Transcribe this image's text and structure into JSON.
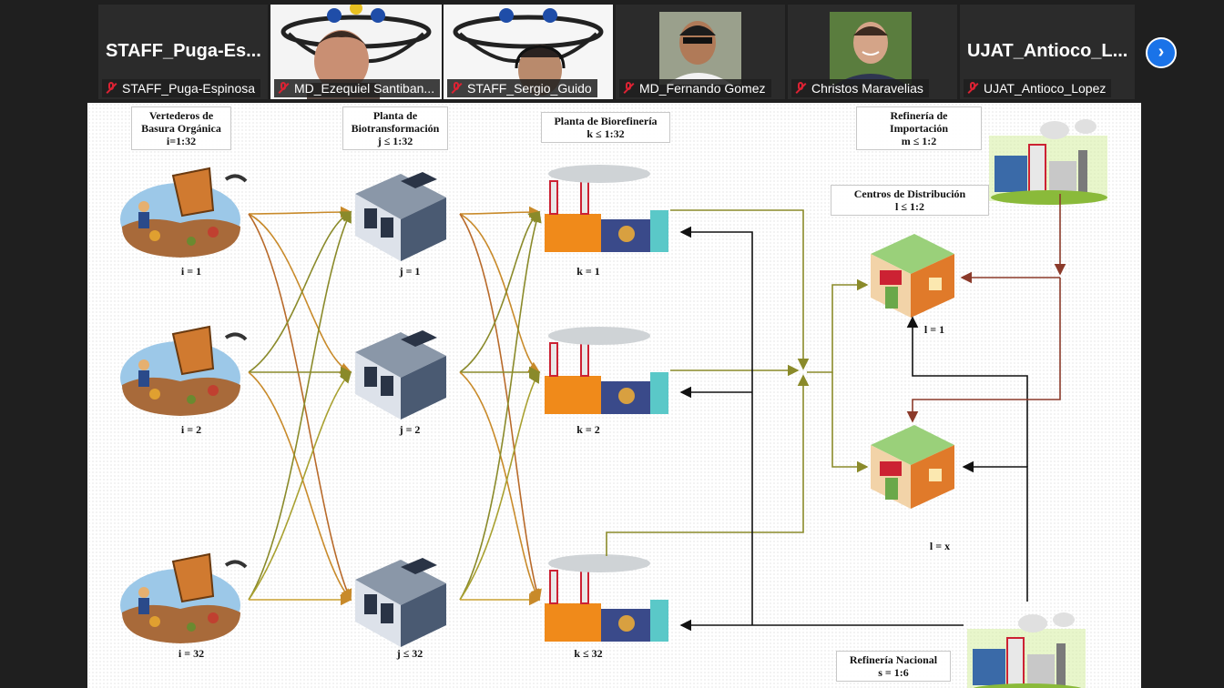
{
  "participants": [
    {
      "display": "STAFF_Puga-Es...",
      "caption": "STAFF_Puga-Espinosa"
    },
    {
      "caption": "MD_Ezequiel Santiban..."
    },
    {
      "caption": "STAFF_Sergio_Guido"
    },
    {
      "caption": "MD_Fernando Gomez"
    },
    {
      "caption": "Christos Maravelias"
    },
    {
      "display": "UJAT_Antioco_L...",
      "caption": "UJAT_Antioco_Lopez"
    }
  ],
  "next_icon": "chevron-right-icon",
  "diagram": {
    "headers": {
      "landfills": [
        "Vertederos de",
        "Basura Orgánica",
        "i=1:32"
      ],
      "biotransformation": [
        "Planta de",
        "Biotransformación",
        "j ≤ 1:32"
      ],
      "biorefinery": [
        "Planta de Biorefinería",
        "k ≤ 1:32"
      ],
      "import_refinery": [
        "Refinería  de",
        "Importación",
        "m ≤ 1:2"
      ],
      "distribution": [
        "Centros de Distribución",
        "l ≤ 1:2"
      ],
      "national_refinery": [
        "Refinería Nacional",
        "s = 1:6"
      ]
    },
    "node_labels": {
      "landfills": [
        "i = 1",
        "i = 2",
        "i = 32"
      ],
      "biotransformation": [
        "j = 1",
        "j = 2",
        "j ≤ 32"
      ],
      "biorefinery": [
        "k = 1",
        "k = 2",
        "k ≤ 32"
      ],
      "distribution": [
        "l = 1",
        "l = x"
      ]
    }
  }
}
